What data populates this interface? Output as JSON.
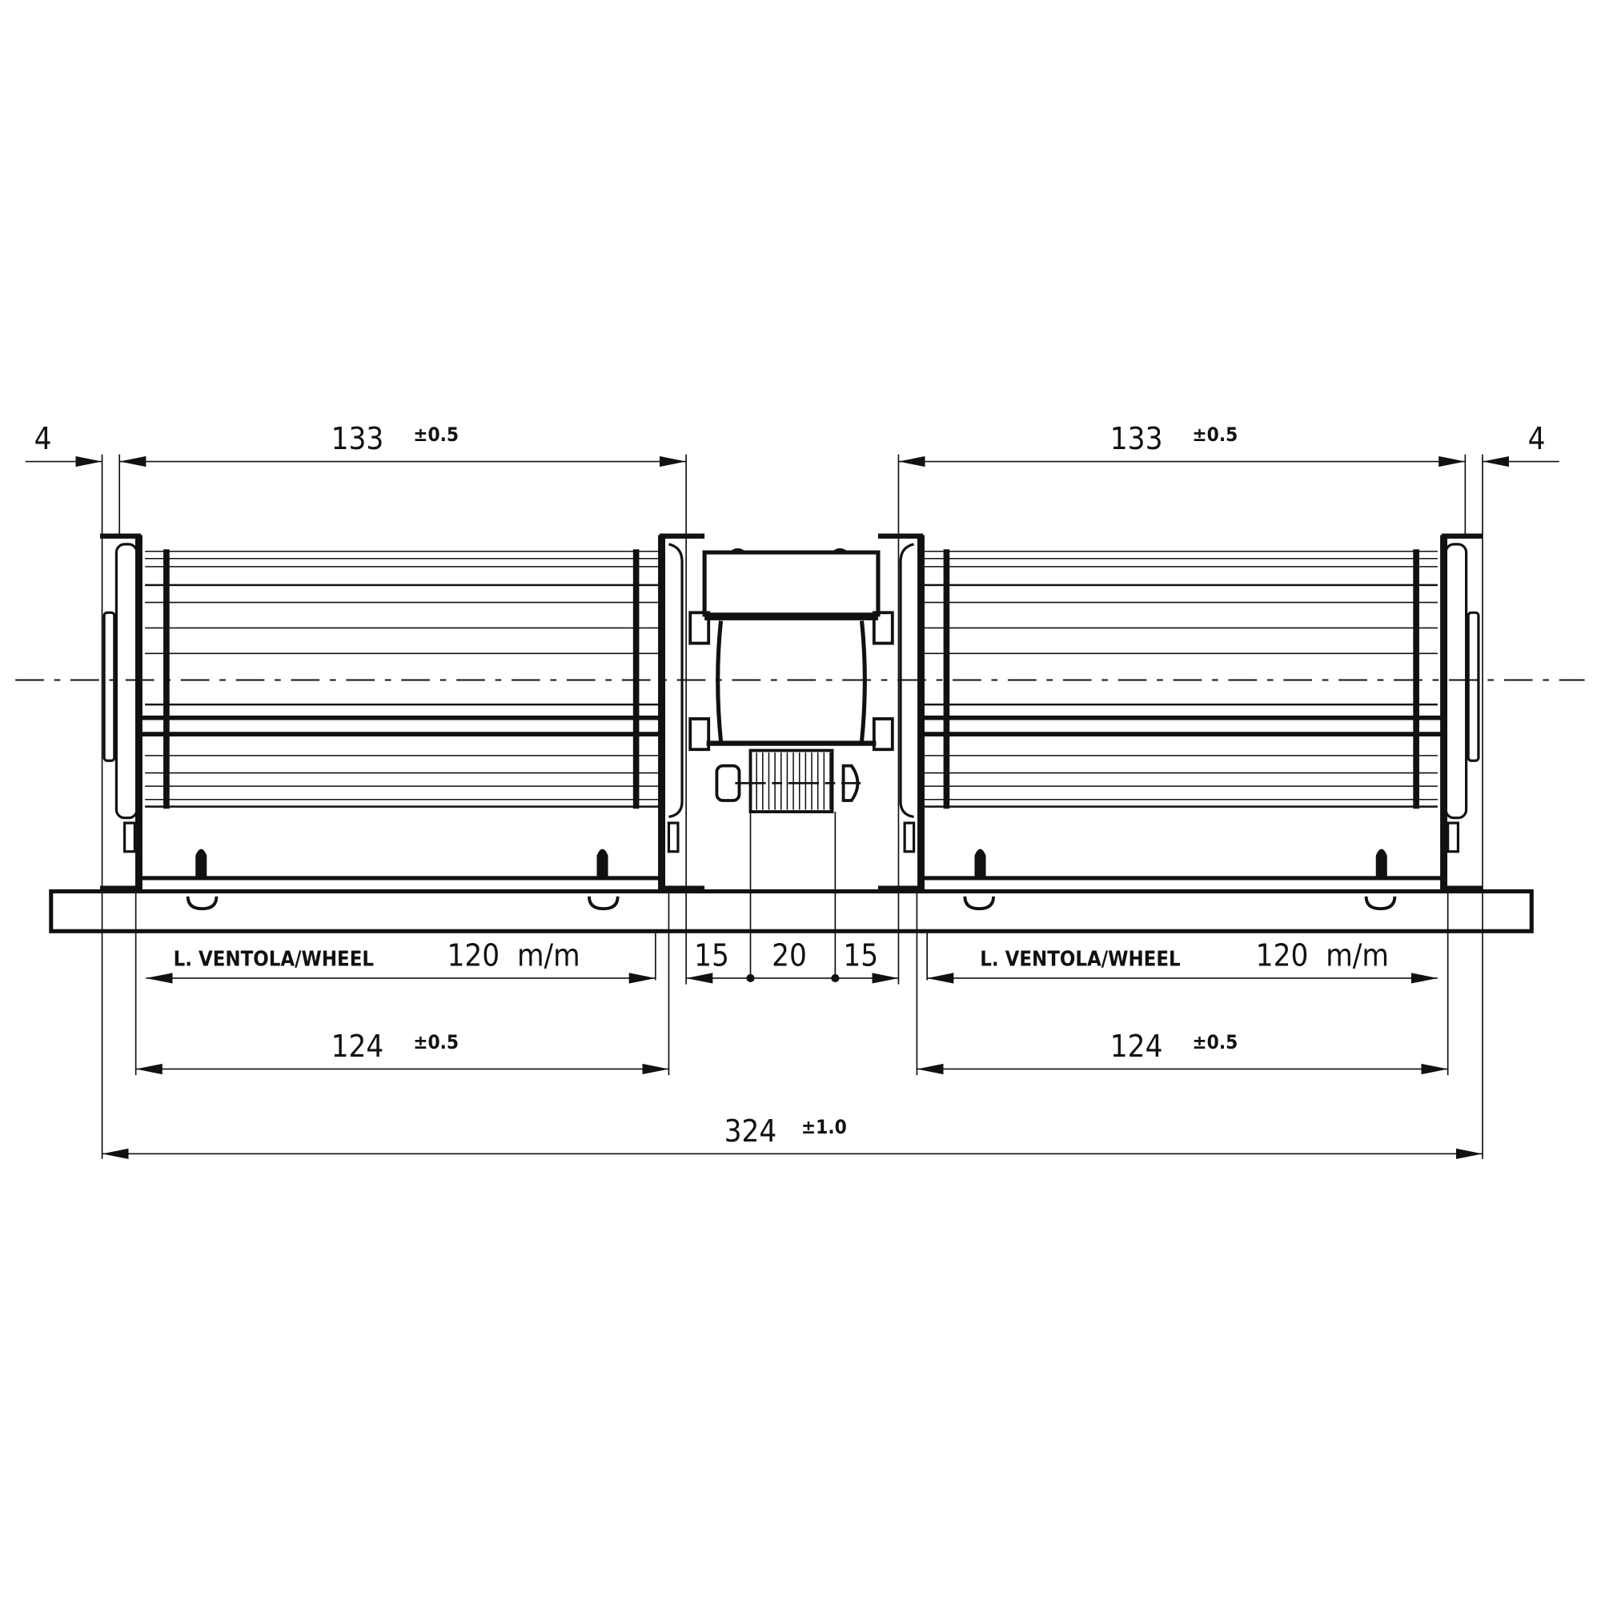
{
  "drawing": {
    "line_color": "#111111",
    "thin_line_color": "#555555",
    "dimensions": {
      "top_left_offset": "4",
      "top_left_length": "133",
      "top_left_tol": "±0.5",
      "top_right_length": "133",
      "top_right_tol": "±0.5",
      "top_right_offset": "4",
      "wheel_left_label": "L. VENTOLA/WHEEL",
      "wheel_left_value": "120  m/m",
      "wheel_right_label": "L. VENTOLA/WHEEL",
      "wheel_right_value": "120  m/m",
      "motor_left": "15",
      "motor_mid": "20",
      "motor_right": "15",
      "housing_left_length": "124",
      "housing_left_tol": "±0.5",
      "housing_right_length": "124",
      "housing_right_tol": "±0.5",
      "overall_length": "324",
      "overall_tol": "±1.0"
    }
  }
}
